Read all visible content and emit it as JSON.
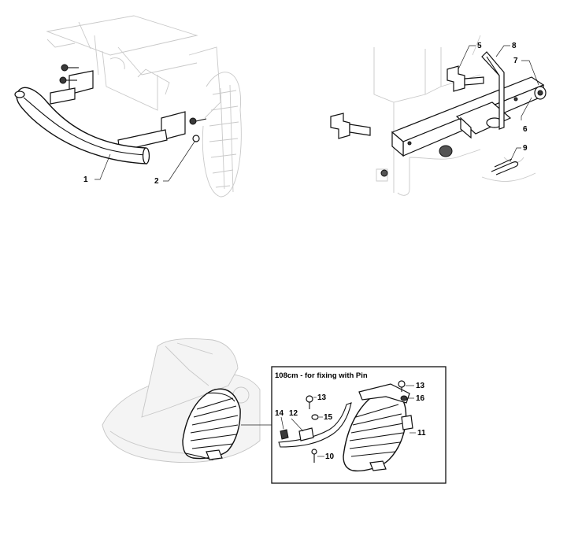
{
  "callouts": {
    "c1": "1",
    "c2": "2",
    "c5": "5",
    "c6": "6",
    "c7": "7",
    "c8": "8",
    "c9": "9",
    "c10": "10",
    "c11": "11",
    "c12": "12",
    "c13a": "13",
    "c13b": "13",
    "c14": "14",
    "c15": "15",
    "c16": "16"
  },
  "inset": {
    "title": "108cm - for fixing with Pin"
  }
}
